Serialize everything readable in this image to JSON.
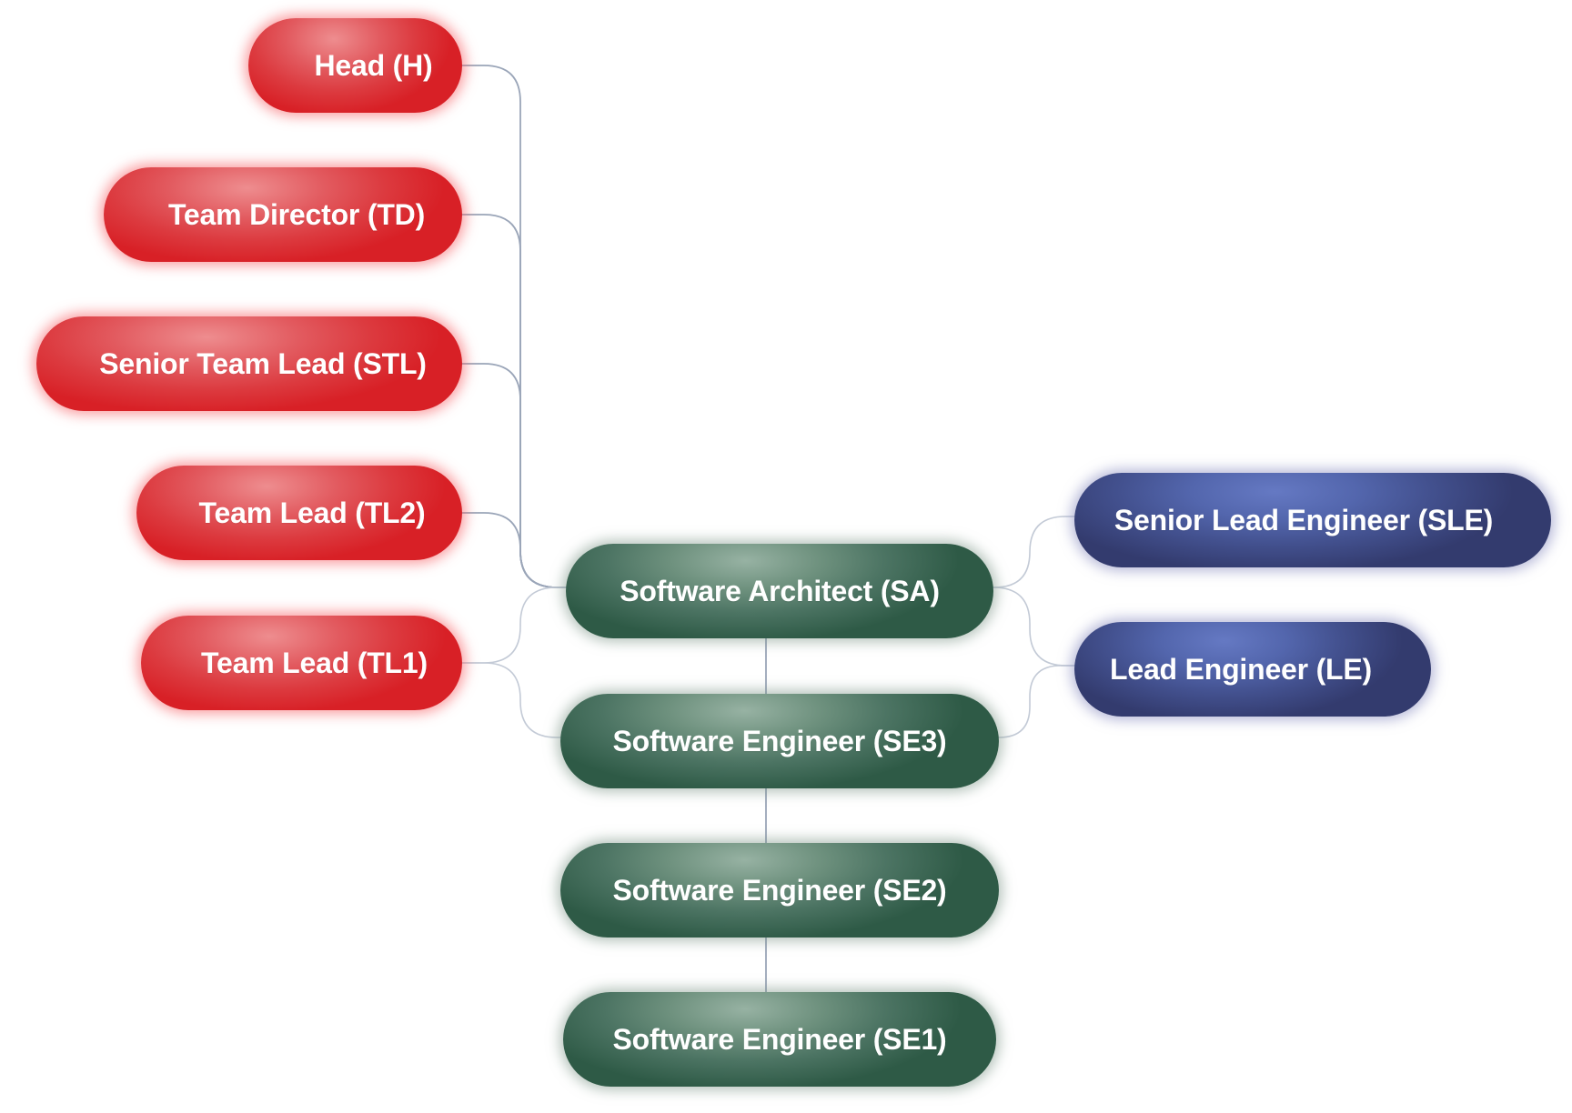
{
  "diagram": {
    "type": "career-ladder-mindmap",
    "colors": {
      "management": "#d92228",
      "engineering": "#2f5a47",
      "lead_track": "#3a437a",
      "connector": "#9aa5b8",
      "connector_light": "#c3cad6",
      "background": "#ffffff"
    },
    "nodes": [
      {
        "id": "H",
        "label": "Head (H)",
        "group": "management"
      },
      {
        "id": "TD",
        "label": "Team Director (TD)",
        "group": "management"
      },
      {
        "id": "STL",
        "label": "Senior Team Lead (STL)",
        "group": "management"
      },
      {
        "id": "TL2",
        "label": "Team Lead (TL2)",
        "group": "management"
      },
      {
        "id": "TL1",
        "label": "Team Lead (TL1)",
        "group": "management"
      },
      {
        "id": "SA",
        "label": "Software Architect (SA)",
        "group": "engineering"
      },
      {
        "id": "SE3",
        "label": "Software Engineer (SE3)",
        "group": "engineering"
      },
      {
        "id": "SE2",
        "label": "Software Engineer (SE2)",
        "group": "engineering"
      },
      {
        "id": "SE1",
        "label": "Software Engineer (SE1)",
        "group": "engineering"
      },
      {
        "id": "SLE",
        "label": "Senior Lead Engineer (SLE)",
        "group": "lead_track"
      },
      {
        "id": "LE",
        "label": "Lead Engineer (LE)",
        "group": "lead_track"
      }
    ],
    "edges": [
      {
        "from": "H",
        "to": "SA",
        "style": "strong"
      },
      {
        "from": "TD",
        "to": "SA",
        "style": "strong"
      },
      {
        "from": "STL",
        "to": "SA",
        "style": "strong"
      },
      {
        "from": "TL2",
        "to": "SA",
        "style": "strong"
      },
      {
        "from": "TL1",
        "to": "SA",
        "style": "light"
      },
      {
        "from": "TL1",
        "to": "SE3",
        "style": "light"
      },
      {
        "from": "SA",
        "to": "SE3",
        "style": "strong"
      },
      {
        "from": "SE3",
        "to": "SE2",
        "style": "strong"
      },
      {
        "from": "SE2",
        "to": "SE1",
        "style": "strong"
      },
      {
        "from": "SA",
        "to": "SLE",
        "style": "light"
      },
      {
        "from": "SA",
        "to": "LE",
        "style": "light"
      },
      {
        "from": "SE3",
        "to": "LE",
        "style": "light"
      }
    ]
  }
}
